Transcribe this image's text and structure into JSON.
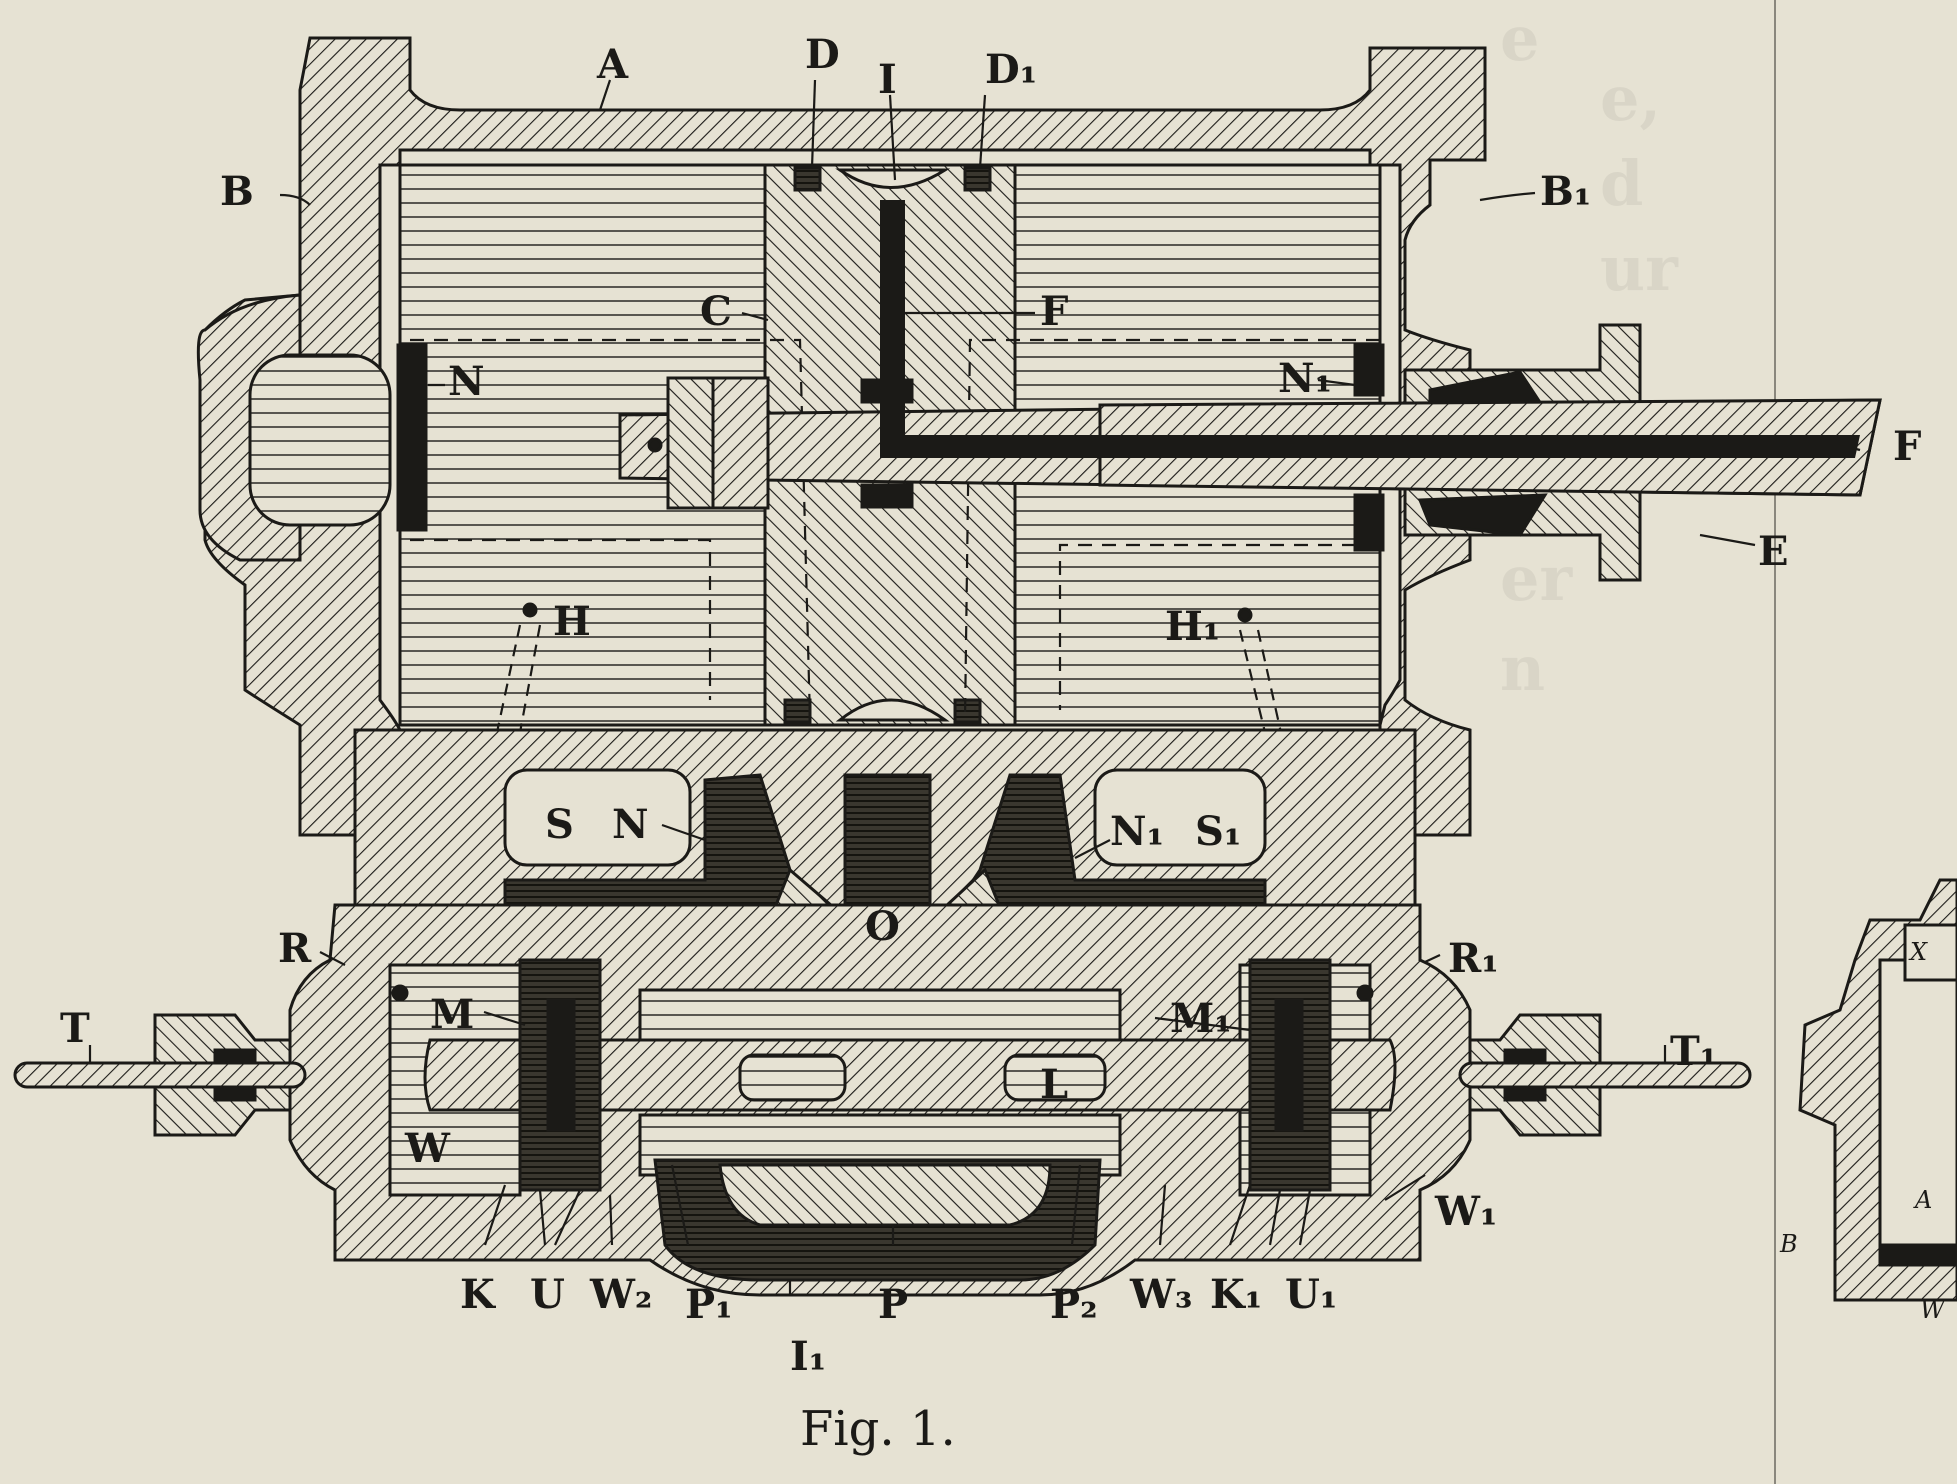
{
  "figure": {
    "caption": "Fig. 1.",
    "labels": {
      "A": "A",
      "D": "D",
      "I": "I",
      "D1": "D₁",
      "B": "B",
      "B1": "B₁",
      "C": "C",
      "F_upper": "F",
      "N_left": "N",
      "N1_right": "N₁",
      "F_right": "F",
      "E": "E",
      "H": "H",
      "H1": "H₁",
      "S": "S",
      "N_mid": "N",
      "N1_mid": "N₁",
      "S1": "S₁",
      "O": "O",
      "R": "R",
      "R1": "R₁",
      "M": "M",
      "M1": "M₁",
      "T": "T",
      "T1": "T₁",
      "L": "L",
      "W": "W",
      "W1": "W₁",
      "K": "K",
      "U": "U",
      "W2": "W₂",
      "P1": "P₁",
      "P": "P",
      "P2": "P₂",
      "W3": "W₃",
      "K1": "K₁",
      "U1": "U₁",
      "I1": "I₁"
    },
    "side_view_labels": {
      "A": "A",
      "B": "B",
      "W": "W",
      "X": "X"
    }
  },
  "colors": {
    "paper": "#e6e2d3",
    "ink": "#1b1a17",
    "dark_fill": "#26241f"
  }
}
